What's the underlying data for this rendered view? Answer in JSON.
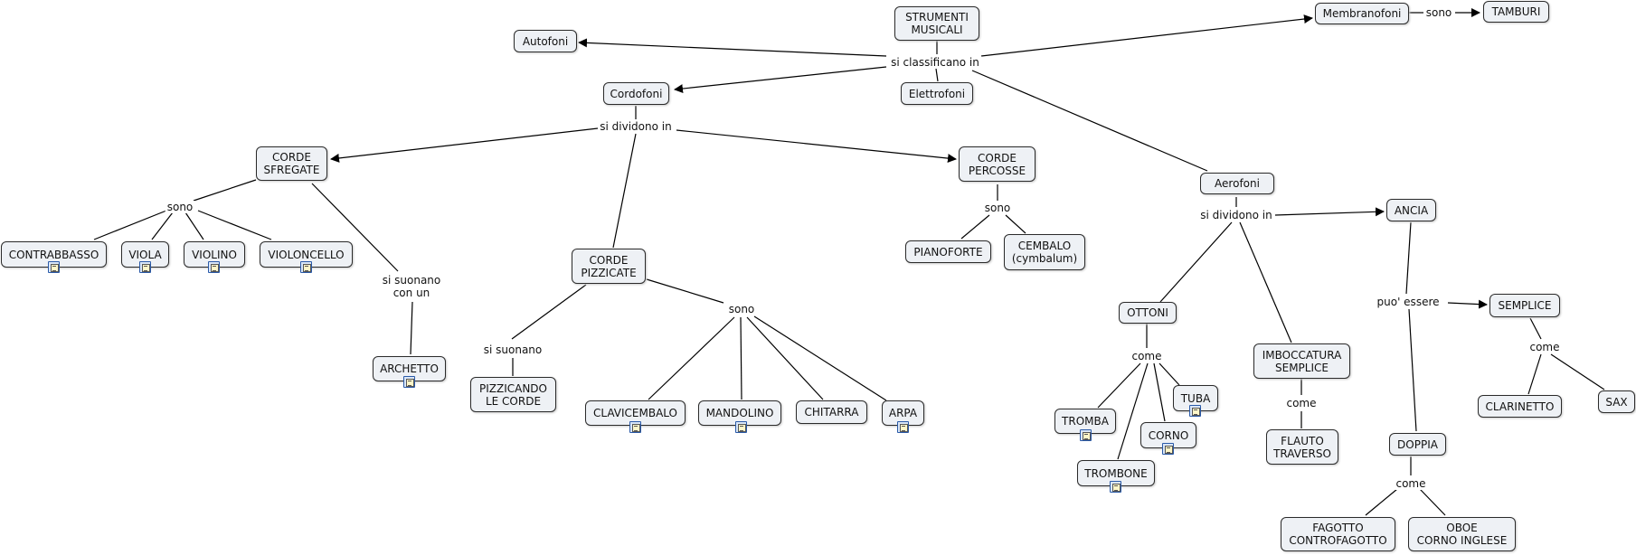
{
  "concepts": {
    "strumenti": "STRUMENTI\nMUSICALI",
    "autofoni": "Autofoni",
    "membranofoni": "Membranofoni",
    "tamburi": "TAMBURI",
    "cordofoni": "Cordofoni",
    "elettrofoni": "Elettrofoni",
    "corde_sfregate": "CORDE\nSFREGATE",
    "corde_percosse": "CORDE\nPERCOSSE",
    "aerofoni": "Aerofoni",
    "ancia": "ANCIA",
    "contrabbasso": "CONTRABBASSO",
    "viola": "VIOLA",
    "violino": "VIOLINO",
    "violoncello": "VIOLONCELLO",
    "archetto": "ARCHETTO",
    "corde_pizzicate": "CORDE\nPIZZICATE",
    "pizzicando": "PIZZICANDO\nLE CORDE",
    "clavicembalo": "CLAVICEMBALO",
    "mandolino": "MANDOLINO",
    "chitarra": "CHITARRA",
    "arpa": "ARPA",
    "pianoforte": "PIANOFORTE",
    "cembalo": "CEMBALO\n(cymbalum)",
    "ottoni": "OTTONI",
    "tromba": "TROMBA",
    "tuba": "TUBA",
    "corno": "CORNO",
    "trombone": "TROMBONE",
    "imboccatura": "IMBOCCATURA\nSEMPLICE",
    "flauto": "FLAUTO\nTRAVERSO",
    "semplice": "SEMPLICE",
    "clarinetto": "CLARINETTO",
    "sax": "SAX",
    "doppia": "DOPPIA",
    "fagotto": "FAGOTTO\nCONTROFAGOTTO",
    "oboe": "OBOE\nCORNO INGLESE"
  },
  "linking_phrases": {
    "si_classificano_in": "si classificano in",
    "sono_membranofoni": "sono",
    "si_dividono_in_cordofoni": "si dividono in",
    "sono_sfregate": "sono",
    "si_suonano_con_un": "si suonano\ncon un",
    "si_suonano": "si suonano",
    "sono_pizzicate": "sono",
    "sono_percosse": "sono",
    "si_dividono_in_aerofoni": "si dividono in",
    "come_ottoni": "come",
    "come_imboccatura": "come",
    "puo_essere": "puo' essere",
    "come_semplice": "come",
    "come_doppia": "come"
  },
  "resource_icon": "document-list-icon"
}
